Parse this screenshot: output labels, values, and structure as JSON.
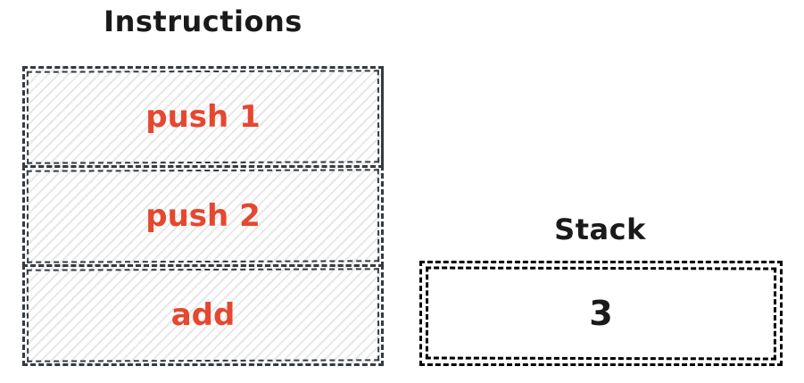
{
  "instructions": {
    "title": "Instructions",
    "items": [
      {
        "label": "push 1"
      },
      {
        "label": "push 2"
      },
      {
        "label": "add"
      }
    ]
  },
  "stack": {
    "title": "Stack",
    "items": [
      {
        "label": "3"
      }
    ]
  },
  "colors": {
    "ink": "#1a1a1a",
    "instruction_border": "#343a40",
    "instruction_text": "#e5472f",
    "stack_border": "#000000",
    "hatch": "#e7e7e7",
    "background": "#ffffff"
  }
}
